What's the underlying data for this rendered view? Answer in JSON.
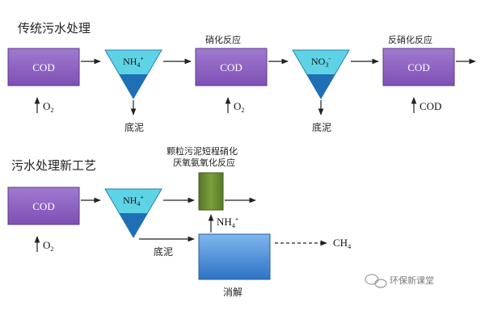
{
  "sections": {
    "traditional_title": "传统污水处理",
    "new_title": "污水处理新工艺"
  },
  "boxes": {
    "cod_label": "COD"
  },
  "triangles": {
    "ammonium_base": "NH",
    "ammonium_sub": "4",
    "ammonium_sup": "+",
    "nitrate_base": "NO",
    "nitrate_sub": "3",
    "nitrate_sup": "-"
  },
  "reagents": {
    "oxygen_base": "O",
    "oxygen_sub": "2",
    "cod_input": "COD",
    "ammonium_input_base": "NH",
    "ammonium_input_sub": "4",
    "ammonium_input_sup": "+",
    "methane_base": "CH",
    "methane_sub": "4"
  },
  "processes": {
    "nitrification": "硝化反应",
    "denitrification": "反硝化反应",
    "granular_line1": "颗粒污泥短程硝化",
    "granular_line2": "厌氧氨氧化反应",
    "sludge": "底泥",
    "digestion": "消解"
  },
  "watermark": "环保新课堂",
  "colors": {
    "box_purple": "#8c5fc0",
    "box_border": "#5b3a86",
    "triangle_top": "#5fd3e6",
    "triangle_bottom": "#1f6fb5",
    "green_reactor": "#6b8e2e",
    "blue_digester": "#3f86d6"
  }
}
